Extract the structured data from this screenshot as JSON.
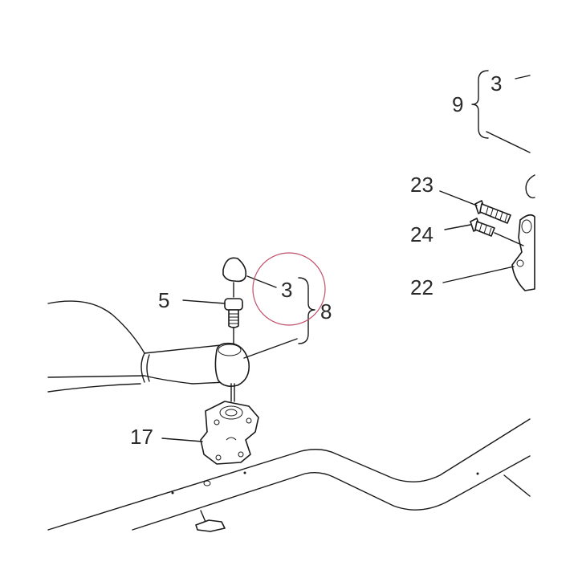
{
  "callouts": {
    "c3_top": "3",
    "c9": "9",
    "c23": "23",
    "c24": "24",
    "c22": "22",
    "c5": "5",
    "c3_mid": "3",
    "c8": "8",
    "c17": "17"
  },
  "colors": {
    "line": "#1a1a1a",
    "highlight_circle": "#c0506a",
    "background": "#ffffff"
  }
}
